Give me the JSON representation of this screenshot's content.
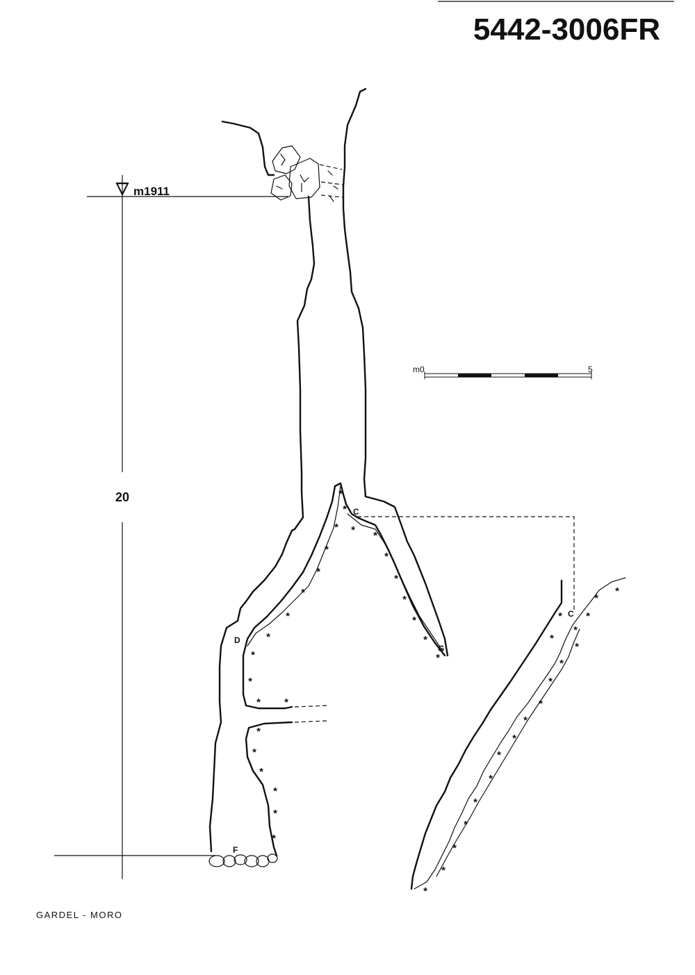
{
  "header": {
    "code": "5442-3006FR"
  },
  "survey": {
    "entrance_elevation": "m1911",
    "depth": "20",
    "scale": {
      "start": "m0",
      "end": "5"
    },
    "points": [
      "C",
      "D",
      "G",
      "F",
      "C"
    ],
    "authors": "GARDEL - MORO"
  }
}
